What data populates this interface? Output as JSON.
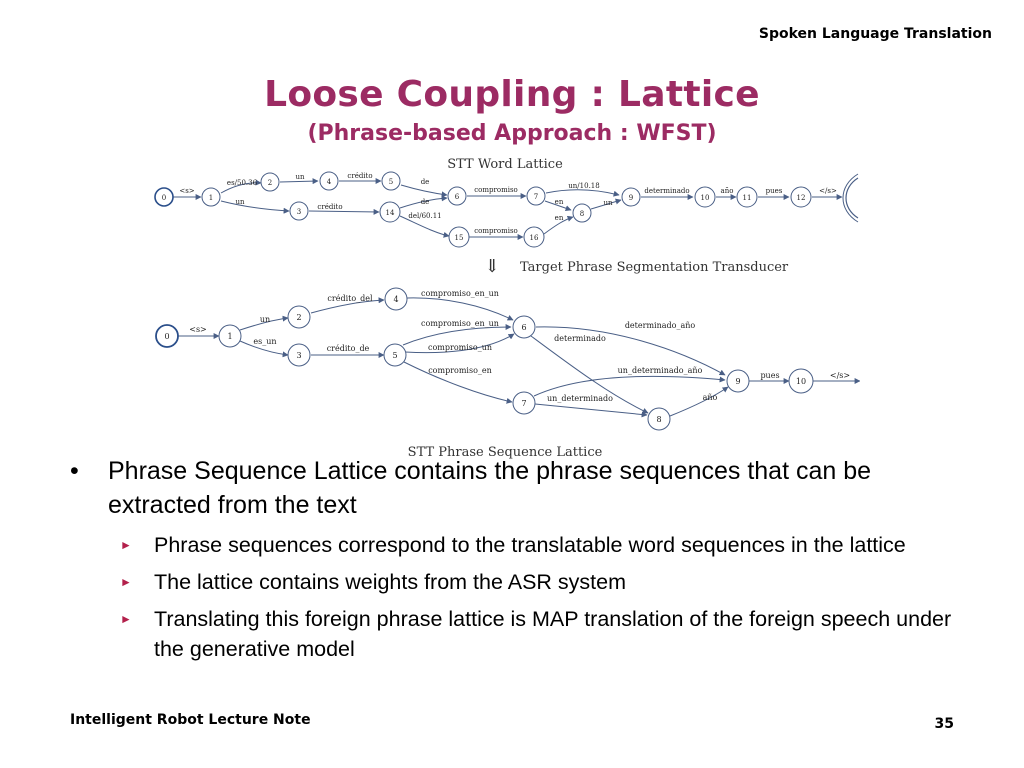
{
  "header": "Spoken Language Translation",
  "title": "Loose Coupling : Lattice",
  "subtitle": "(Phrase-based Approach : WFST)",
  "diagram": {
    "top_caption": "STT Word Lattice",
    "transducer_arrow": "⇓",
    "middle_caption": "Target Phrase Segmentation Transducer",
    "bottom_caption": "STT Phrase Sequence Lattice",
    "word_lattice": {
      "nodes": [
        "0",
        "1",
        "2",
        "3",
        "4",
        "5",
        "6",
        "7",
        "8",
        "9",
        "10",
        "11",
        "12",
        "14",
        "15",
        "16"
      ],
      "edges": [
        {
          "label": "<s>"
        },
        {
          "label": "es/50.36"
        },
        {
          "label": "un"
        },
        {
          "label": "un"
        },
        {
          "label": "crédito"
        },
        {
          "label": "crédito"
        },
        {
          "label": "de"
        },
        {
          "label": "de"
        },
        {
          "label": "del/60.11"
        },
        {
          "label": "compromiso"
        },
        {
          "label": "compromiso"
        },
        {
          "label": "un/10.18"
        },
        {
          "label": "en"
        },
        {
          "label": "un"
        },
        {
          "label": "en"
        },
        {
          "label": "determinado"
        },
        {
          "label": "año"
        },
        {
          "label": "pues"
        },
        {
          "label": "</s>"
        }
      ]
    },
    "phrase_lattice": {
      "nodes": [
        "0",
        "1",
        "2",
        "3",
        "4",
        "5",
        "6",
        "7",
        "8",
        "9",
        "10"
      ],
      "edges": [
        {
          "label": "<s>"
        },
        {
          "label": "un"
        },
        {
          "label": "es_un"
        },
        {
          "label": "crédito_del"
        },
        {
          "label": "crédito_de"
        },
        {
          "label": "compromiso_en_un"
        },
        {
          "label": "compromiso_en_un"
        },
        {
          "label": "compromiso_un"
        },
        {
          "label": "compromiso_en"
        },
        {
          "label": "determinado"
        },
        {
          "label": "determinado_año"
        },
        {
          "label": "un_determinado_año"
        },
        {
          "label": "un_determinado"
        },
        {
          "label": "año"
        },
        {
          "label": "pues"
        },
        {
          "label": "</s>"
        }
      ]
    }
  },
  "bullets": [
    {
      "text": "Phrase Sequence Lattice contains the phrase sequences that can be extracted from the text",
      "sub": [
        "Phrase sequences correspond to the translatable word sequences in the lattice",
        "The lattice contains weights from the ASR system",
        "Translating this foreign phrase lattice is MAP translation of the foreign speech under the generative model"
      ]
    }
  ],
  "bullet_symbol": "•",
  "sub_bullet_symbol": "►",
  "footer_left": "Intelligent Robot Lecture Note",
  "page_number": "35",
  "colors": {
    "title": "#9c2b63",
    "sub_bullet": "#b3204b",
    "diagram_line": "#4a5f86",
    "initial_node": "#2a4e8a"
  }
}
